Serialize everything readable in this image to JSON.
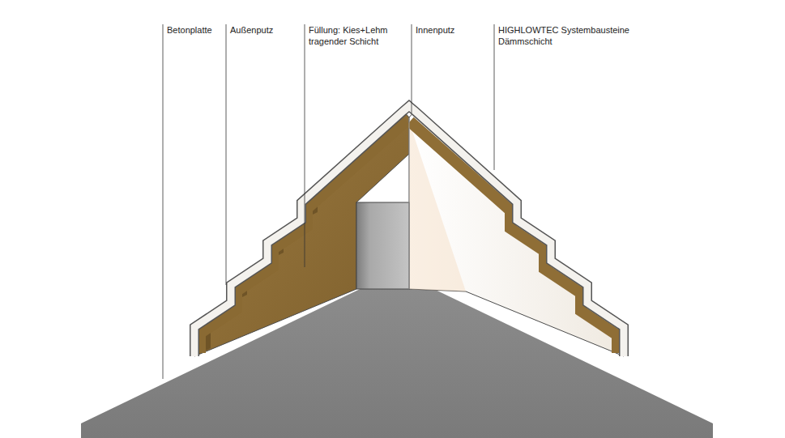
{
  "diagram": {
    "labels": [
      "Betonplatte",
      "Außenputz",
      "Füllung: Kies+Lehm tragender Schicht",
      "Innenputz",
      "HIGHLOWTEC Systembausteine Dämmschicht"
    ]
  }
}
